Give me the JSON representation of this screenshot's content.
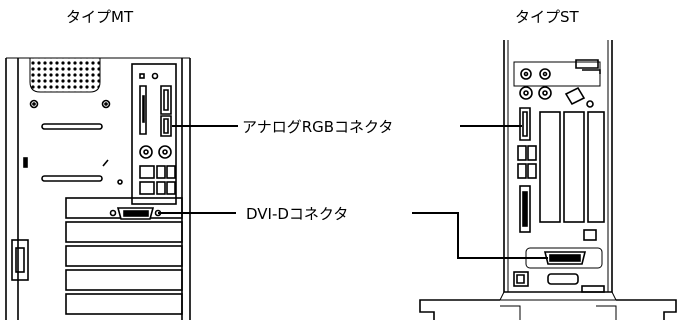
{
  "labels": {
    "type_mt": "タイプMT",
    "type_st": "タイプST",
    "analog_rgb": "アナログRGBコネクタ",
    "dvi_d": "DVI-Dコネクタ"
  }
}
